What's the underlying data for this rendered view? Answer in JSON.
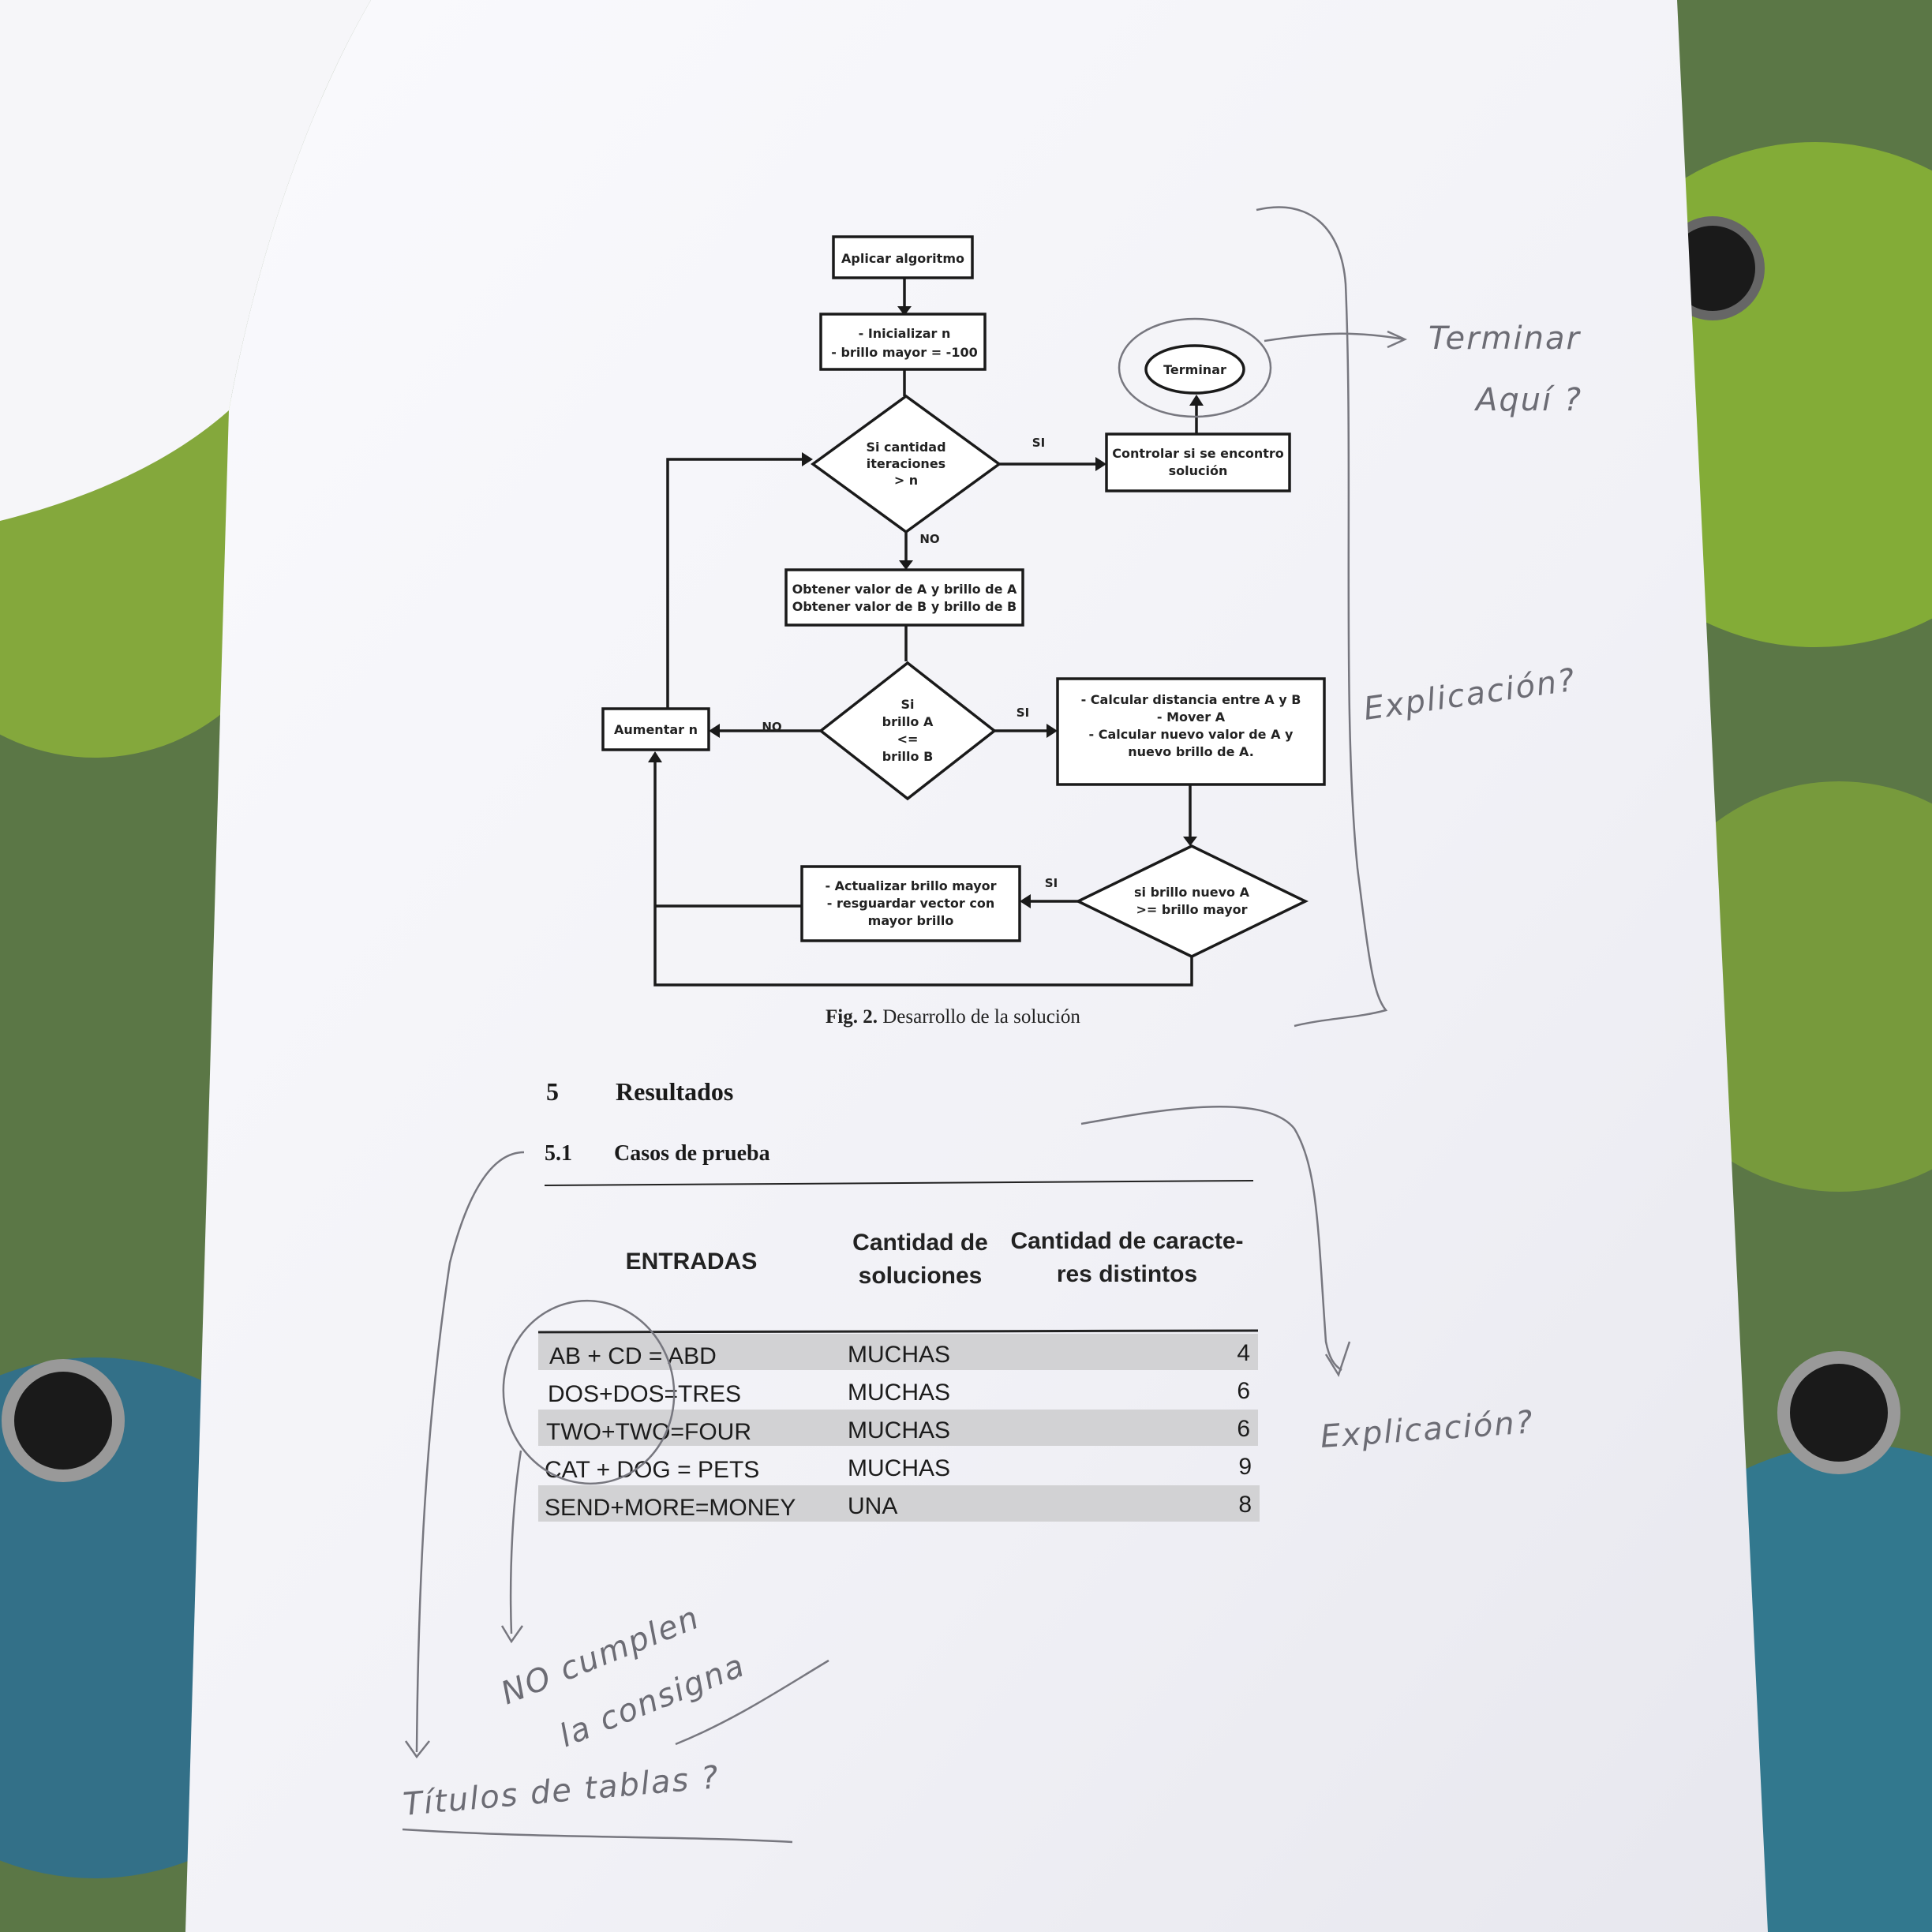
{
  "flowchart": {
    "start": "Aplicar algoritmo",
    "init_line1": "- Inicializar n",
    "init_line2": "- brillo mayor = -100",
    "decision1_line1": "Si cantidad",
    "decision1_line2": "iteraciones",
    "decision1_line3": "> n",
    "si1": "SI",
    "no1": "NO",
    "control_line1": "Controlar si se encontro",
    "control_line2": "solución",
    "end": "Terminar",
    "obtain_line1": "Obtener valor de A y brillo de A",
    "obtain_line2": "Obtener valor de B y brillo de B",
    "decision2_line1": "Si",
    "decision2_line2": "brillo A",
    "decision2_line3": "<=",
    "decision2_line4": "brillo B",
    "si2": "SI",
    "no2": "NO",
    "increase": "Aumentar n",
    "calc_line1": "- Calcular distancia entre A y B",
    "calc_line2": "- Mover A",
    "calc_line3": "- Calcular nuevo valor de A y",
    "calc_line4": "nuevo brillo de A.",
    "decision3_line1": "si brillo nuevo A",
    "decision3_line2": ">= brillo mayor",
    "si3": "SI",
    "update_line1": "- Actualizar brillo mayor",
    "update_line2": "- resguardar vector con",
    "update_line3": "mayor brillo"
  },
  "figure_caption": {
    "label": "Fig. 2.",
    "text": "Desarrollo de la solución"
  },
  "section": {
    "number": "5",
    "title": "Resultados"
  },
  "subsection": {
    "number": "5.1",
    "title": "Casos de prueba"
  },
  "table": {
    "headers": {
      "col1": "ENTRADAS",
      "col2_line1": "Cantidad de",
      "col2_line2": "soluciones",
      "col3_line1": "Cantidad de caracte-",
      "col3_line2": "res distintos"
    },
    "rows": [
      {
        "entrada": "AB + CD = ABD",
        "soluciones": "MUCHAS",
        "caracteres": "4"
      },
      {
        "entrada": "DOS+DOS=TRES",
        "soluciones": "MUCHAS",
        "caracteres": "6"
      },
      {
        "entrada": "TWO+TWO=FOUR",
        "soluciones": "MUCHAS",
        "caracteres": "6"
      },
      {
        "entrada": "CAT + DOG = PETS",
        "soluciones": "MUCHAS",
        "caracteres": "9"
      },
      {
        "entrada": "SEND+MORE=MONEY",
        "soluciones": "UNA",
        "caracteres": "8"
      }
    ]
  },
  "handwritten": {
    "note1_line1": "Terminar",
    "note1_line2": "Aquí ?",
    "note2": "Explicación?",
    "note3": "Explicación?",
    "note4_line1": "NO cumplen",
    "note4_line2": "la consigna",
    "note5": "Títulos de tablas ?"
  },
  "colors": {
    "paper": "#f3f3f7",
    "table_stripe": "#d2d2d4",
    "pen": "#6c6c74"
  }
}
